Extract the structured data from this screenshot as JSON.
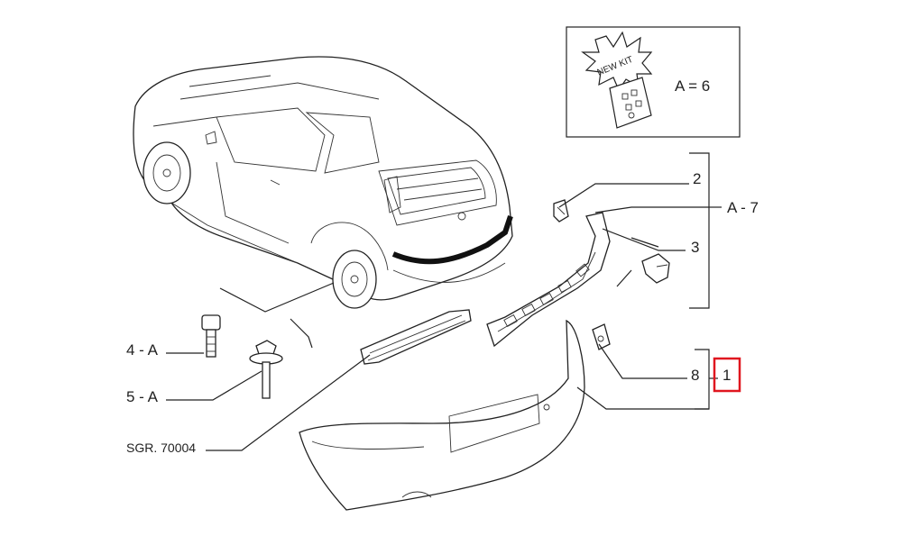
{
  "kit": {
    "burst_text": "NEW KIT",
    "label": "A = 6"
  },
  "callouts": {
    "p2": "2",
    "p3": "3",
    "p8": "8",
    "p1": "1",
    "a7": "A - 7",
    "p4a": "4 - A",
    "p5a": "5 - A",
    "sgr": "SGR. 70004"
  },
  "colors": {
    "line": "#222222",
    "highlight": "#e0161f",
    "background": "#ffffff"
  }
}
